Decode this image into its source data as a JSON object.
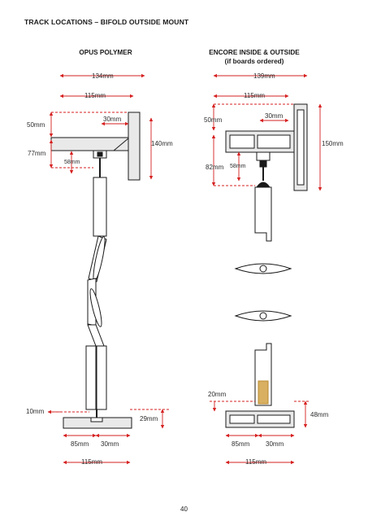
{
  "title": "TRACK LOCATIONS – BIFOLD OUTSIDE MOUNT",
  "left": {
    "heading": "OPUS POLYMER",
    "dims": {
      "d134": "134mm",
      "d115_top": "115mm",
      "d50": "50mm",
      "d30_top": "30mm",
      "d140": "140mm",
      "d77": "77mm",
      "d58": "58mm",
      "d10": "10mm",
      "d29": "29mm",
      "d85": "85mm",
      "d30_bottom": "30mm",
      "d115_bottom": "115mm"
    }
  },
  "right": {
    "heading_line1": "ENCORE INSIDE & OUTSIDE",
    "heading_line2": "(if boards ordered)",
    "dims": {
      "d139": "139mm",
      "d115_top": "115mm",
      "d50": "50mm",
      "d30_top": "30mm",
      "d150": "150mm",
      "d82": "82mm",
      "d58": "58mm",
      "d20": "20mm",
      "d48": "48mm",
      "d85": "85mm",
      "d30_bottom": "30mm",
      "d115_bottom": "115mm"
    }
  },
  "page_number": "40",
  "colors": {
    "dimension_red": "#d62020",
    "outline": "#1a1a1a",
    "bracket_fill": "#e9e9e9",
    "brass": "#d9b061"
  }
}
